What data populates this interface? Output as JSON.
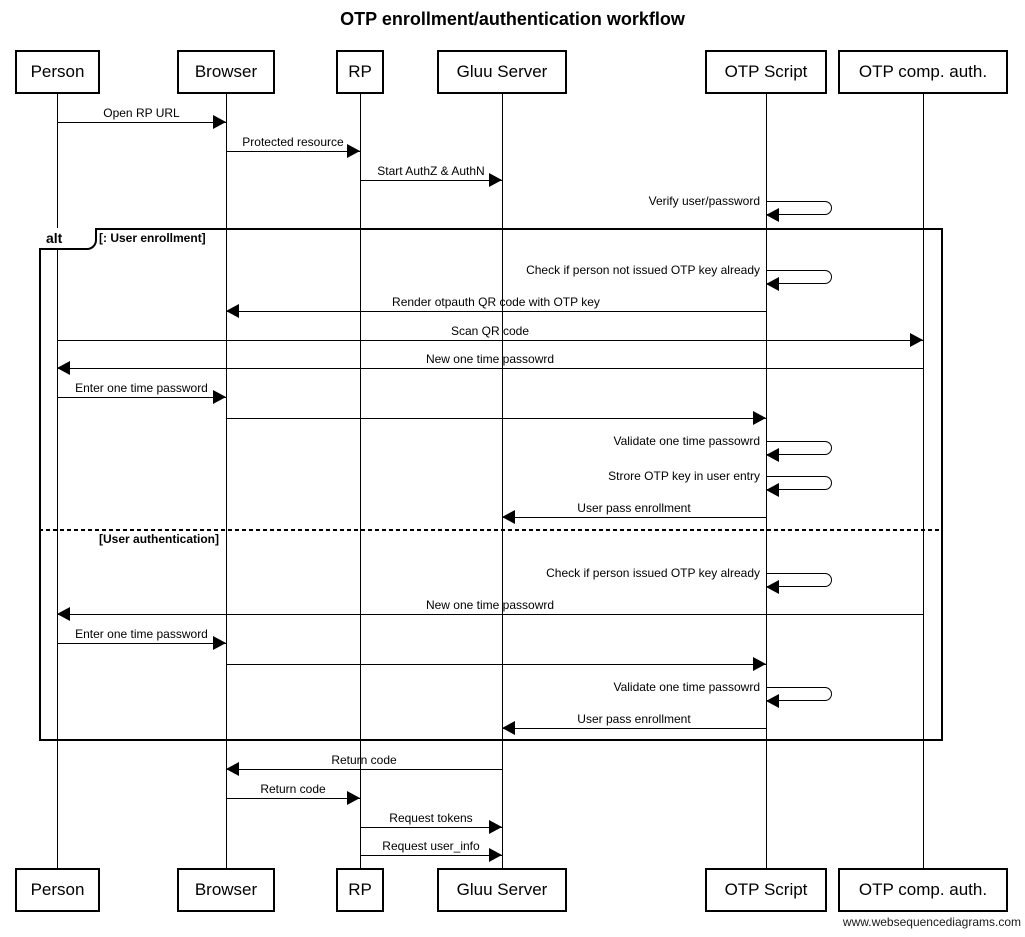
{
  "title": "OTP enrollment/authentication workflow",
  "watermark": "www.websequencediagrams.com",
  "actors": [
    {
      "id": "person",
      "label": "Person"
    },
    {
      "id": "browser",
      "label": "Browser"
    },
    {
      "id": "rp",
      "label": "RP"
    },
    {
      "id": "gluu-server",
      "label": "Gluu Server"
    },
    {
      "id": "otp-script",
      "label": "OTP Script"
    },
    {
      "id": "otp-comp-auth",
      "label": "OTP comp. auth."
    }
  ],
  "alt_frame": {
    "operator": "alt",
    "sections": [
      {
        "condition": "[: User enrollment]"
      },
      {
        "condition": "[User authentication]"
      }
    ]
  },
  "messages": [
    {
      "label": "Open RP URL",
      "from": "Person",
      "to": "Browser",
      "type": "call"
    },
    {
      "label": "Protected resource",
      "from": "Browser",
      "to": "RP",
      "type": "call"
    },
    {
      "label": "Start AuthZ & AuthN",
      "from": "RP",
      "to": "Gluu Server",
      "type": "call"
    },
    {
      "label": "Verify user/password",
      "from": "OTP Script",
      "to": "OTP Script",
      "type": "self"
    },
    {
      "label": "Check if person not issued OTP key already",
      "from": "OTP Script",
      "to": "OTP Script",
      "type": "self"
    },
    {
      "label": "Render otpauth QR code with OTP key",
      "from": "OTP Script",
      "to": "Browser",
      "type": "call"
    },
    {
      "label": "Scan QR code",
      "from": "Person",
      "to": "OTP comp. auth.",
      "type": "call"
    },
    {
      "label": "New one time passowrd",
      "from": "OTP comp. auth.",
      "to": "Person",
      "type": "call"
    },
    {
      "label": "Enter one time password",
      "from": "Person",
      "to": "Browser",
      "type": "call"
    },
    {
      "label": "",
      "from": "Browser",
      "to": "OTP Script",
      "type": "call"
    },
    {
      "label": "Validate one time passowrd",
      "from": "OTP Script",
      "to": "OTP Script",
      "type": "self"
    },
    {
      "label": "Strore OTP key in user entry",
      "from": "OTP Script",
      "to": "OTP Script",
      "type": "self"
    },
    {
      "label": "User pass enrollment",
      "from": "OTP Script",
      "to": "Gluu Server",
      "type": "call"
    },
    {
      "label": "Check if person issued OTP key already",
      "from": "OTP Script",
      "to": "OTP Script",
      "type": "self"
    },
    {
      "label": "New one time passowrd",
      "from": "OTP comp. auth.",
      "to": "Person",
      "type": "call"
    },
    {
      "label": "Enter one time password",
      "from": "Person",
      "to": "Browser",
      "type": "call"
    },
    {
      "label": "",
      "from": "Browser",
      "to": "OTP Script",
      "type": "call"
    },
    {
      "label": "Validate one time passowrd",
      "from": "OTP Script",
      "to": "OTP Script",
      "type": "self"
    },
    {
      "label": "User pass enrollment",
      "from": "OTP Script",
      "to": "Gluu Server",
      "type": "call"
    },
    {
      "label": "Return code",
      "from": "Gluu Server",
      "to": "Browser",
      "type": "call"
    },
    {
      "label": "Return code",
      "from": "Browser",
      "to": "RP",
      "type": "call"
    },
    {
      "label": "Request tokens",
      "from": "RP",
      "to": "Gluu Server",
      "type": "call"
    },
    {
      "label": "Request user_info",
      "from": "RP",
      "to": "Gluu Server",
      "type": "call"
    }
  ]
}
